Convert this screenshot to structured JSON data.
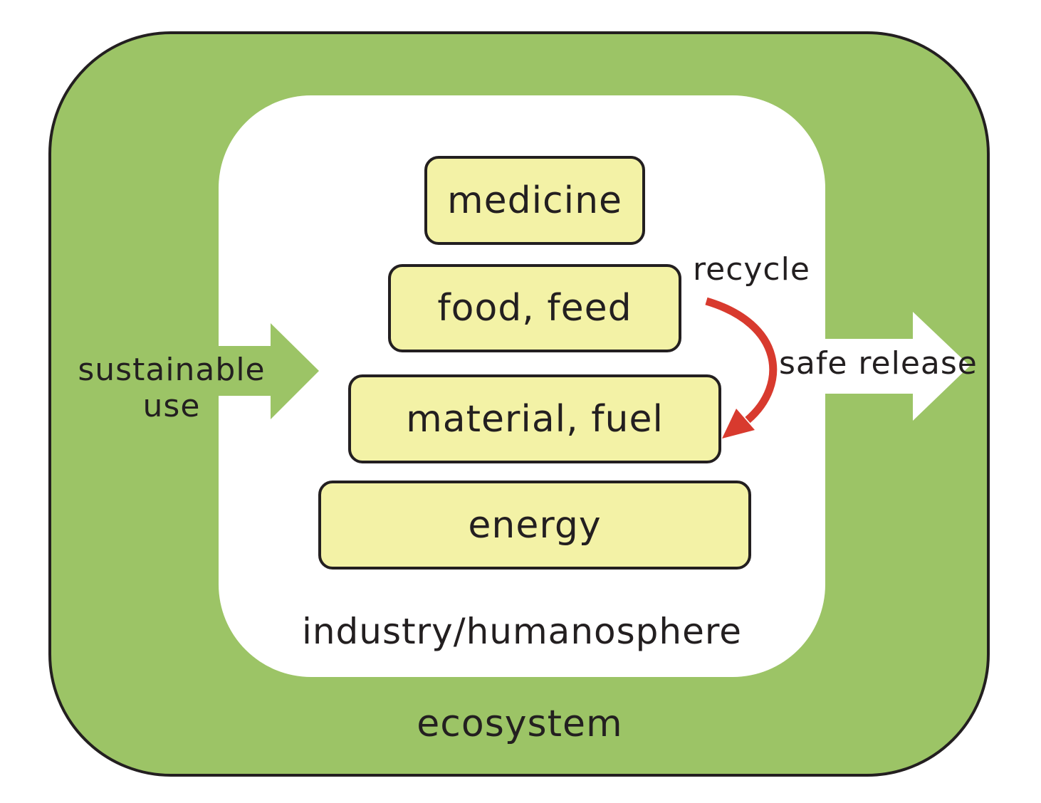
{
  "colors": {
    "ecosystem": "#9cc466",
    "tier_fill": "#f3f2a6",
    "inner": "#ffffff",
    "recycle_arrow": "#d83a2e",
    "outline": "#231f20"
  },
  "ecosystem_label": "ecosystem",
  "humanosphere_label": "industry/humanosphere",
  "tiers": {
    "medicine": "medicine",
    "food_feed": "food, feed",
    "material_fuel": "material, fuel",
    "energy": "energy"
  },
  "inflow": {
    "line1": "sustainable",
    "line2": "use"
  },
  "outflow": "safe release",
  "recycle": "recycle"
}
